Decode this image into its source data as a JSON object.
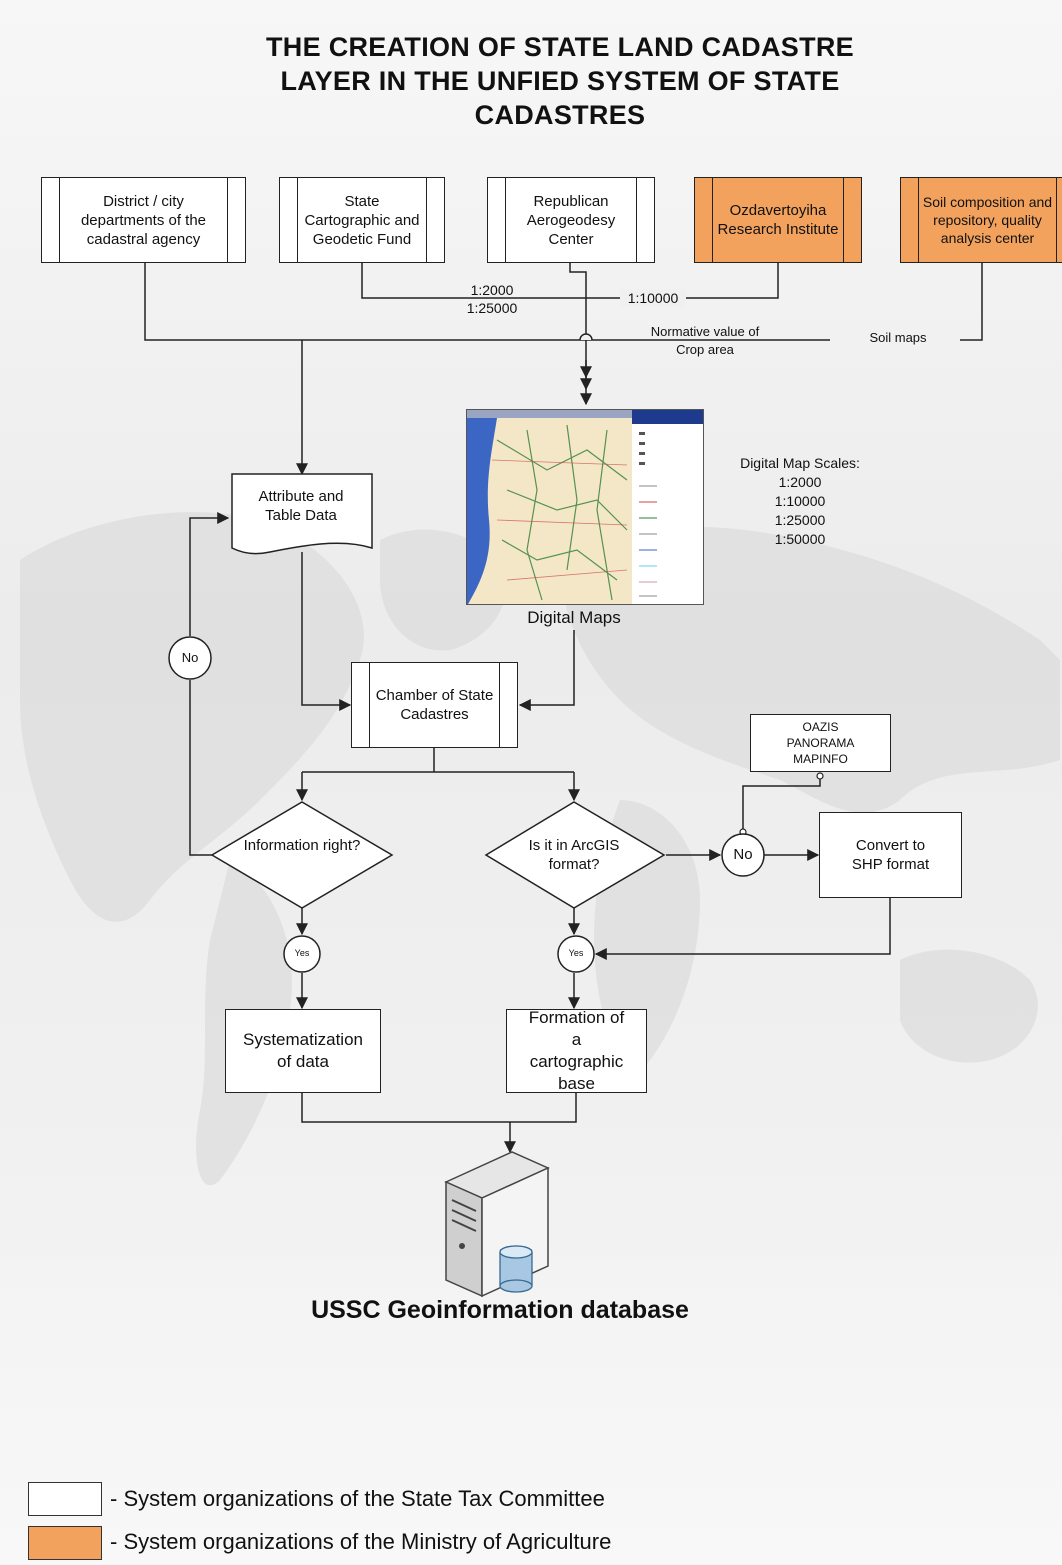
{
  "title": "THE CREATION OF STATE LAND CADASTRE LAYER IN THE UNFIED SYSTEM OF STATE CADASTRES",
  "title_lines": [
    "THE CREATION OF STATE LAND CADASTRE",
    "LAYER IN THE UNFIED SYSTEM OF STATE",
    "CADASTRES"
  ],
  "sources": {
    "district": "District / city departments of the cadastral agency",
    "cartographic_fund": "State Cartographic and Geodetic Fund",
    "aerogeodesy": "Republican Aerogeodesy Center",
    "ozdavertoyiha": "Ozdavertoyiha Research Institute",
    "soil_center": "Soil composition and repository, quality analysis center"
  },
  "edge_labels": {
    "scale_2000": "1:2000",
    "scale_25000": "1:25000",
    "scale_10000": "1:10000",
    "normative": "Normative value of Crop area",
    "soil_maps": "Soil maps"
  },
  "nodes": {
    "attribute_data": "Attribute and Table Data",
    "digital_maps": "Digital Maps",
    "chamber": "Chamber of State Cadastres",
    "info_right": "Information right?",
    "arcgis_q": "Is it in ArcGIS format?",
    "no": "No",
    "yes": "Yes",
    "gis_software": [
      "OAZIS",
      "PANORAMA",
      "MAPINFO"
    ],
    "convert_shp": "Convert to SHP format",
    "systematization": "Systematization of data",
    "formation": "Formation of a cartographic base",
    "database": "USSC Geoinformation database"
  },
  "map_scales": {
    "heading": "Digital Map Scales:",
    "items": [
      "1:2000",
      "1:10000",
      "1:25000",
      "1:50000"
    ]
  },
  "legend": [
    {
      "label": "- System organizations of the State Tax Committee",
      "color": "#ffffff"
    },
    {
      "label": "- System organizations of the Ministry of Agriculture",
      "color": "#f2a25c"
    }
  ],
  "colors": {
    "orange": "#f2a25c",
    "line": "#222222"
  }
}
